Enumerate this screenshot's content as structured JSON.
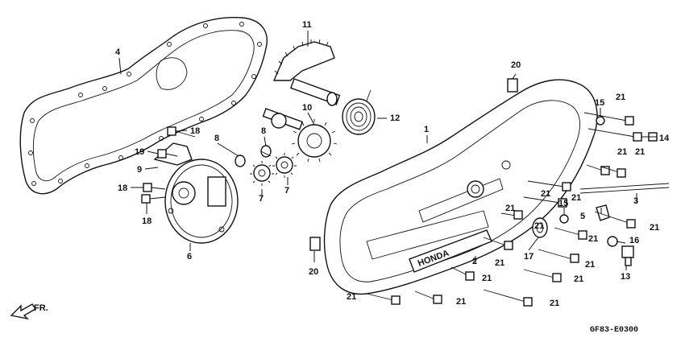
{
  "diagram_code": "GF83-E0300",
  "direction_label": "FR.",
  "emblem_text": "HONDA",
  "callouts": [
    {
      "id": "c1",
      "text": "1"
    },
    {
      "id": "c2",
      "text": "2"
    },
    {
      "id": "c3",
      "text": "3"
    },
    {
      "id": "c4",
      "text": "4"
    },
    {
      "id": "c5",
      "text": "5"
    },
    {
      "id": "c6",
      "text": "6"
    },
    {
      "id": "c7a",
      "text": "7"
    },
    {
      "id": "c7b",
      "text": "7"
    },
    {
      "id": "c8a",
      "text": "8"
    },
    {
      "id": "c8b",
      "text": "8"
    },
    {
      "id": "c9",
      "text": "9"
    },
    {
      "id": "c10",
      "text": "10"
    },
    {
      "id": "c11",
      "text": "11"
    },
    {
      "id": "c12",
      "text": "12"
    },
    {
      "id": "c13",
      "text": "13"
    },
    {
      "id": "c14",
      "text": "14"
    },
    {
      "id": "c15a",
      "text": "15"
    },
    {
      "id": "c15b",
      "text": "15"
    },
    {
      "id": "c16",
      "text": "16"
    },
    {
      "id": "c17",
      "text": "17"
    },
    {
      "id": "c18a",
      "text": "18"
    },
    {
      "id": "c18b",
      "text": "18"
    },
    {
      "id": "c18c",
      "text": "18"
    },
    {
      "id": "c19",
      "text": "19"
    },
    {
      "id": "c20a",
      "text": "20"
    },
    {
      "id": "c20b",
      "text": "20"
    },
    {
      "id": "c21a",
      "text": "21"
    },
    {
      "id": "c21b",
      "text": "21"
    },
    {
      "id": "c21c",
      "text": "21"
    },
    {
      "id": "c21d",
      "text": "21"
    },
    {
      "id": "c21e",
      "text": "21"
    },
    {
      "id": "c21f",
      "text": "21"
    },
    {
      "id": "c21g",
      "text": "21"
    },
    {
      "id": "c21h",
      "text": "21"
    },
    {
      "id": "c21i",
      "text": "21"
    },
    {
      "id": "c21j",
      "text": "21"
    },
    {
      "id": "c21k",
      "text": "21"
    },
    {
      "id": "c21l",
      "text": "21"
    },
    {
      "id": "c21m",
      "text": "21"
    },
    {
      "id": "c21n",
      "text": "21"
    },
    {
      "id": "c21o",
      "text": "21"
    },
    {
      "id": "c21p",
      "text": "21"
    }
  ]
}
